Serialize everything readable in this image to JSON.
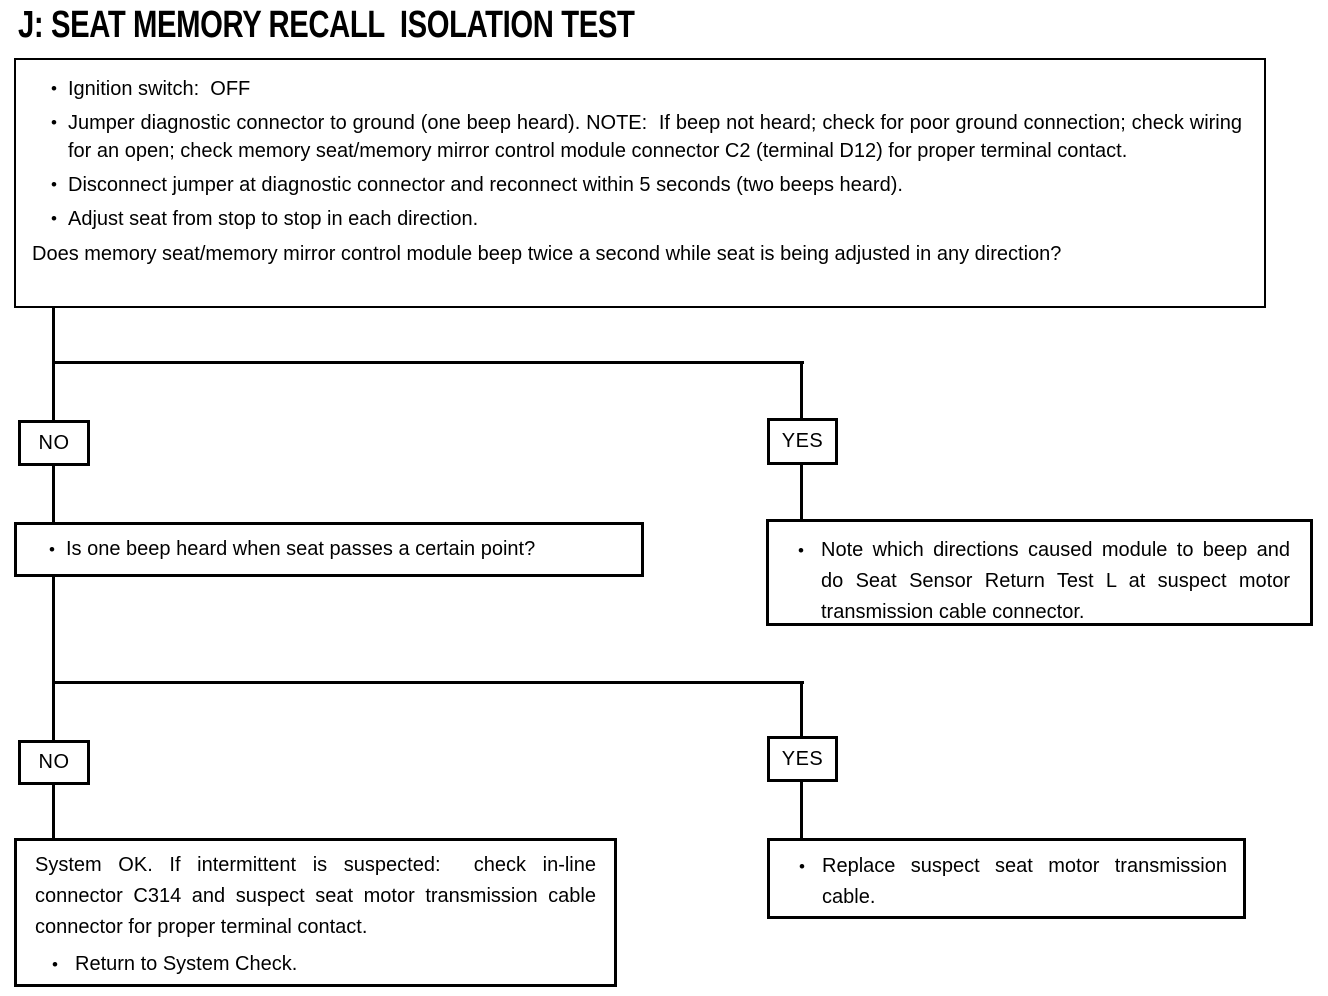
{
  "title": "J: SEAT MEMORY RECALL  ISOLATION TEST",
  "glyphs": {
    "bullet": "•"
  },
  "colors": {
    "ink": "#000000",
    "paper": "#ffffff"
  },
  "top_box": {
    "bullets": [
      "Ignition switch:  OFF",
      "Jumper diagnostic connector to ground (one beep heard). NOTE:  If beep not heard; check for poor ground connection; check wiring for an open; check memory seat/memory mirror control module connector C2 (terminal D12) for proper terminal contact.",
      "Disconnect jumper at diagnostic connector and reconnect within 5 seconds (two beeps heard).",
      "Adjust seat from stop to stop in each direction."
    ],
    "question": "Does memory seat/memory mirror control module beep twice a second while seat is being adjusted in any direction?"
  },
  "branch1": {
    "no_label": "NO",
    "yes_label": "YES",
    "no_result": "Is one beep heard when seat passes a certain point?",
    "yes_result": "Note which directions caused module to beep and do Seat Sensor Return Test L at suspect motor transmission cable connector."
  },
  "branch2": {
    "no_label": "NO",
    "yes_label": "YES",
    "no_result_text": "System OK. If intermittent is suspected:  check in-line connector C314 and suspect seat motor transmission cable connector for proper terminal contact.",
    "no_result_bullet": "Return to System Check.",
    "yes_result": "Replace suspect seat motor transmission cable."
  }
}
